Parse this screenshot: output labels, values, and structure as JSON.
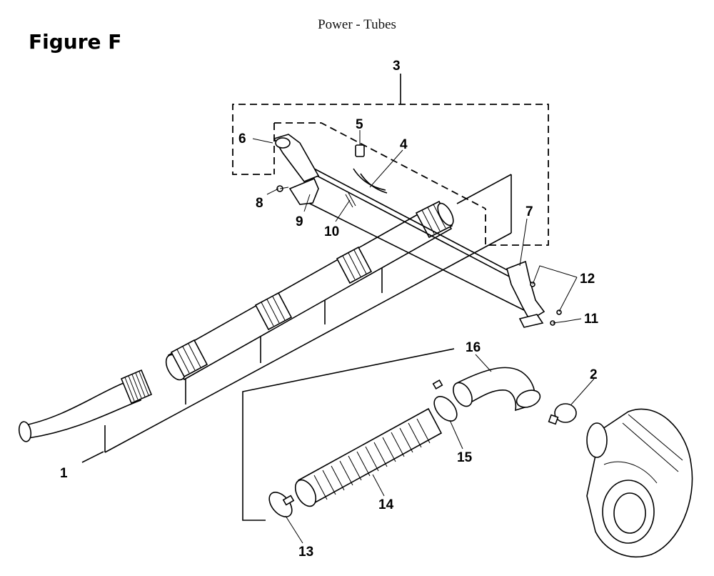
{
  "header": {
    "figure_label": "Figure F",
    "title": "Power - Tubes"
  },
  "callouts": {
    "c1": "1",
    "c2": "2",
    "c3": "3",
    "c4": "4",
    "c5": "5",
    "c6": "6",
    "c7": "7",
    "c8": "8",
    "c9": "9",
    "c10": "10",
    "c11": "11",
    "c12": "12",
    "c13": "13",
    "c14": "14",
    "c15": "15",
    "c16": "16"
  }
}
